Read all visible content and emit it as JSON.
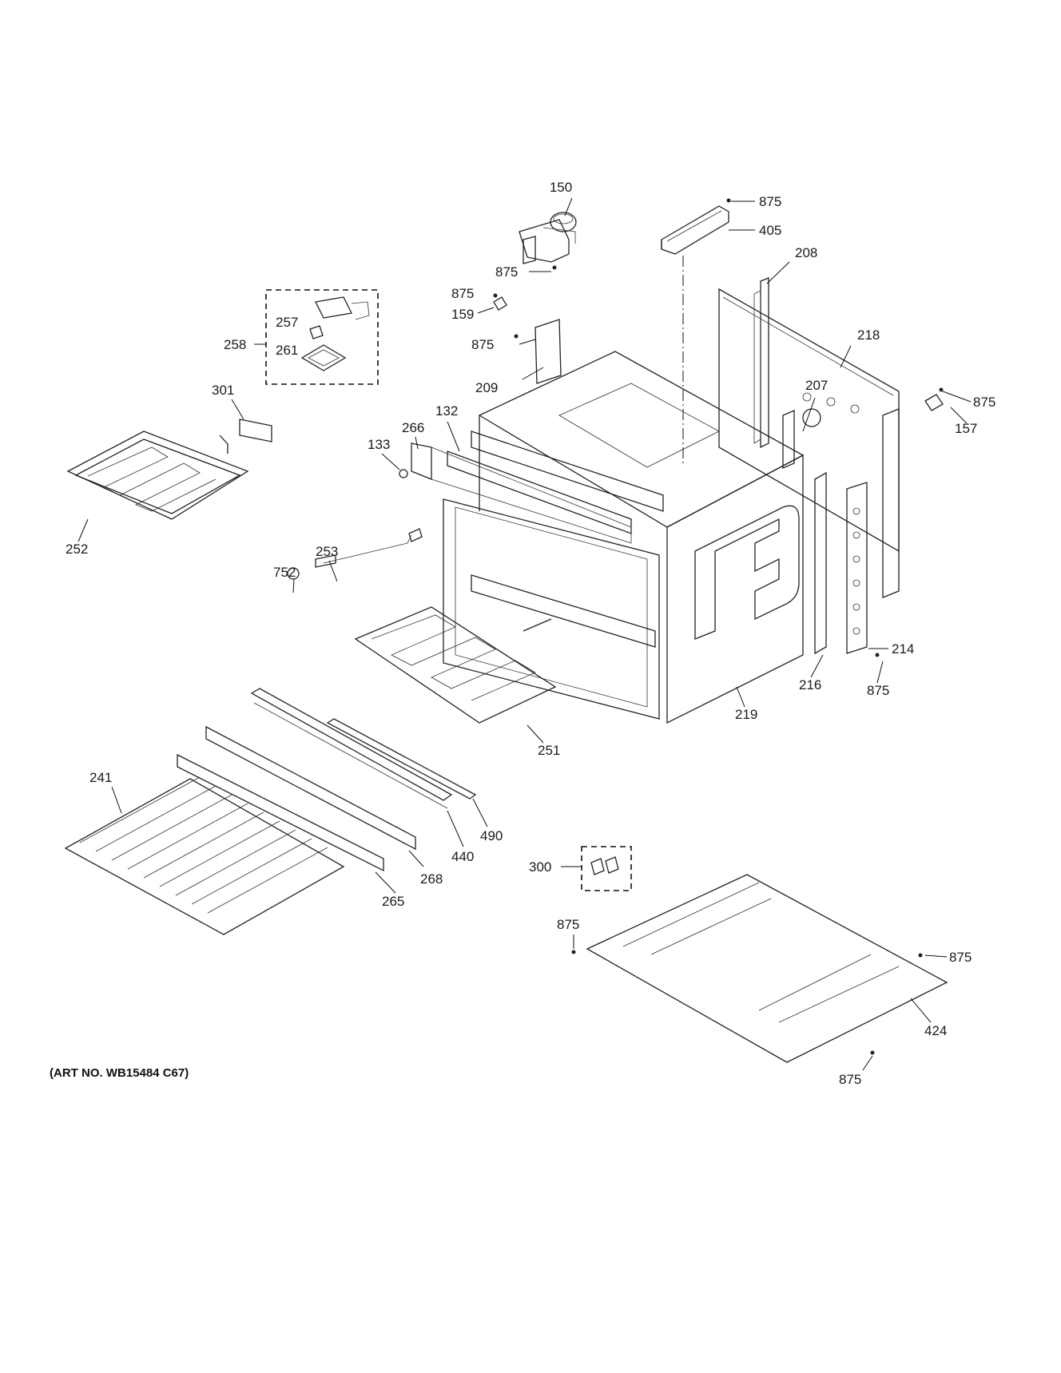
{
  "diagram": {
    "art_number": "(ART NO. WB15484 C67)",
    "callouts": [
      {
        "id": "c150",
        "text": "150"
      },
      {
        "id": "c875a",
        "text": "875"
      },
      {
        "id": "c405",
        "text": "405"
      },
      {
        "id": "c875b",
        "text": "875"
      },
      {
        "id": "c208",
        "text": "208"
      },
      {
        "id": "c875c",
        "text": "875"
      },
      {
        "id": "c159",
        "text": "159"
      },
      {
        "id": "c257",
        "text": "257"
      },
      {
        "id": "c258",
        "text": "258"
      },
      {
        "id": "c261",
        "text": "261"
      },
      {
        "id": "c875d",
        "text": "875"
      },
      {
        "id": "c218",
        "text": "218"
      },
      {
        "id": "c209",
        "text": "209"
      },
      {
        "id": "c207",
        "text": "207"
      },
      {
        "id": "c301",
        "text": "301"
      },
      {
        "id": "c875e",
        "text": "875"
      },
      {
        "id": "c157",
        "text": "157"
      },
      {
        "id": "c132",
        "text": "132"
      },
      {
        "id": "c266",
        "text": "266"
      },
      {
        "id": "c133",
        "text": "133"
      },
      {
        "id": "c252",
        "text": "252"
      },
      {
        "id": "c253",
        "text": "253"
      },
      {
        "id": "c752",
        "text": "752"
      },
      {
        "id": "c214",
        "text": "214"
      },
      {
        "id": "c216",
        "text": "216"
      },
      {
        "id": "c875f",
        "text": "875"
      },
      {
        "id": "c219",
        "text": "219"
      },
      {
        "id": "c251",
        "text": "251"
      },
      {
        "id": "c241",
        "text": "241"
      },
      {
        "id": "c490",
        "text": "490"
      },
      {
        "id": "c440",
        "text": "440"
      },
      {
        "id": "c300",
        "text": "300"
      },
      {
        "id": "c268",
        "text": "268"
      },
      {
        "id": "c265",
        "text": "265"
      },
      {
        "id": "c875g",
        "text": "875"
      },
      {
        "id": "c875h",
        "text": "875"
      },
      {
        "id": "c424",
        "text": "424"
      },
      {
        "id": "c875i",
        "text": "875"
      }
    ]
  }
}
